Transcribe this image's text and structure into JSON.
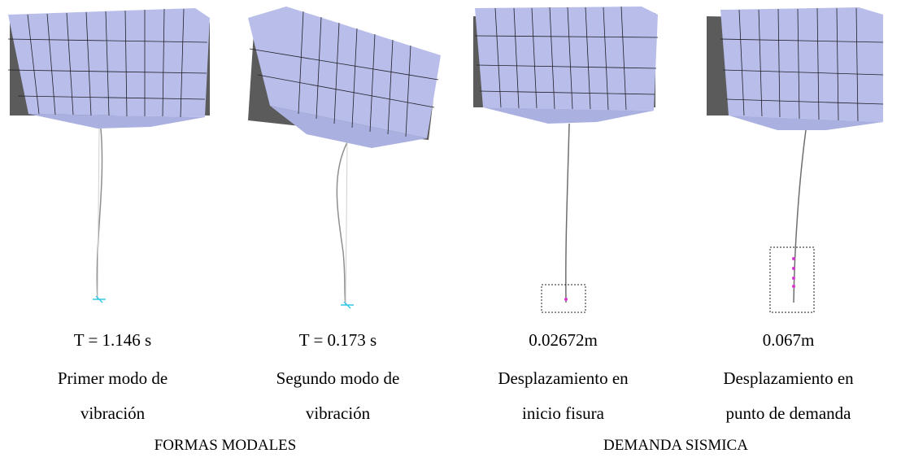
{
  "panels": [
    {
      "value": "T = 1.146 s",
      "line1": "Primer modo de",
      "line2": "vibración"
    },
    {
      "value": "T = 0.173 s",
      "line1": "Segundo modo de",
      "line2": "vibración"
    },
    {
      "value": "0.02672m",
      "line1": "Desplazamiento en",
      "line2": "inicio fisura"
    },
    {
      "value": "0.067m",
      "line1": "Desplazamiento en",
      "line2": "punto de demanda"
    }
  ],
  "groups": {
    "left": "FORMAS MODALES",
    "right": "DEMANDA SISMICA"
  },
  "colors": {
    "tank_front": "#bcc2ec",
    "tank_shadow": "#5a5a5a",
    "grid_line": "#1a1a22",
    "column": "#8f8f8f",
    "support_blue": "#35c7e6",
    "hinge_magenta": "#d23acd"
  }
}
